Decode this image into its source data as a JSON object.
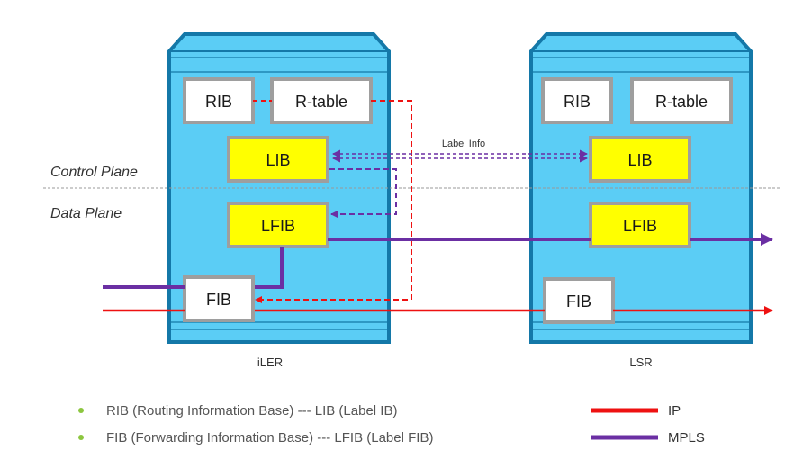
{
  "planes": {
    "control": "Control Plane",
    "data": "Data Plane"
  },
  "nodes": {
    "iler": {
      "name": "iLER",
      "rib": "RIB",
      "rtable": "R-table",
      "lib": "LIB",
      "lfib": "LFIB",
      "fib": "FIB"
    },
    "lsr": {
      "name": "LSR",
      "rib": "RIB",
      "rtable": "R-table",
      "lib": "LIB",
      "lfib": "LFIB",
      "fib": "FIB"
    }
  },
  "label_info": "Label Info",
  "bullets": [
    "RIB (Routing Information Base) --- LIB (Label IB)",
    "FIB (Forwarding Information Base) --- LFIB (Label FIB)"
  ],
  "legend": [
    {
      "label": "IP",
      "color": "#ee1111"
    },
    {
      "label": "MPLS",
      "color": "#6b2fa3"
    }
  ],
  "colors": {
    "router_fill": "#5bcdf5",
    "router_stroke": "#1478a8",
    "yellow_box": "#ffff00",
    "bullet": "#8cc63f"
  }
}
